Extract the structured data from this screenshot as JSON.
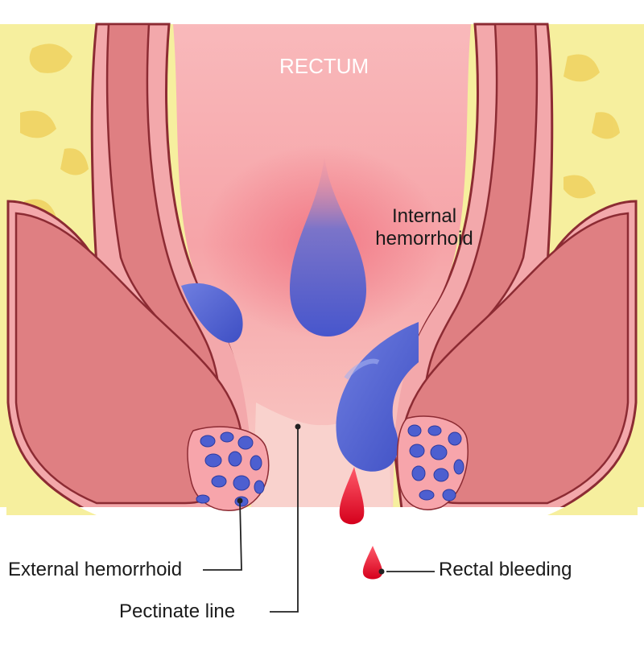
{
  "labels": {
    "rectum": "RECTUM",
    "internal_line1": "Internal",
    "internal_line2": "hemorrhoid",
    "external": "External hemorrhoid",
    "pectinate": "Pectinate line",
    "bleeding": "Rectal bleeding"
  },
  "colors": {
    "fat": "#f6ef9e",
    "muscle": "#df7f82",
    "lining": "#f3a8ab",
    "vein": "#4d5fd0",
    "blood": "#e8122d",
    "line": "#222222"
  }
}
